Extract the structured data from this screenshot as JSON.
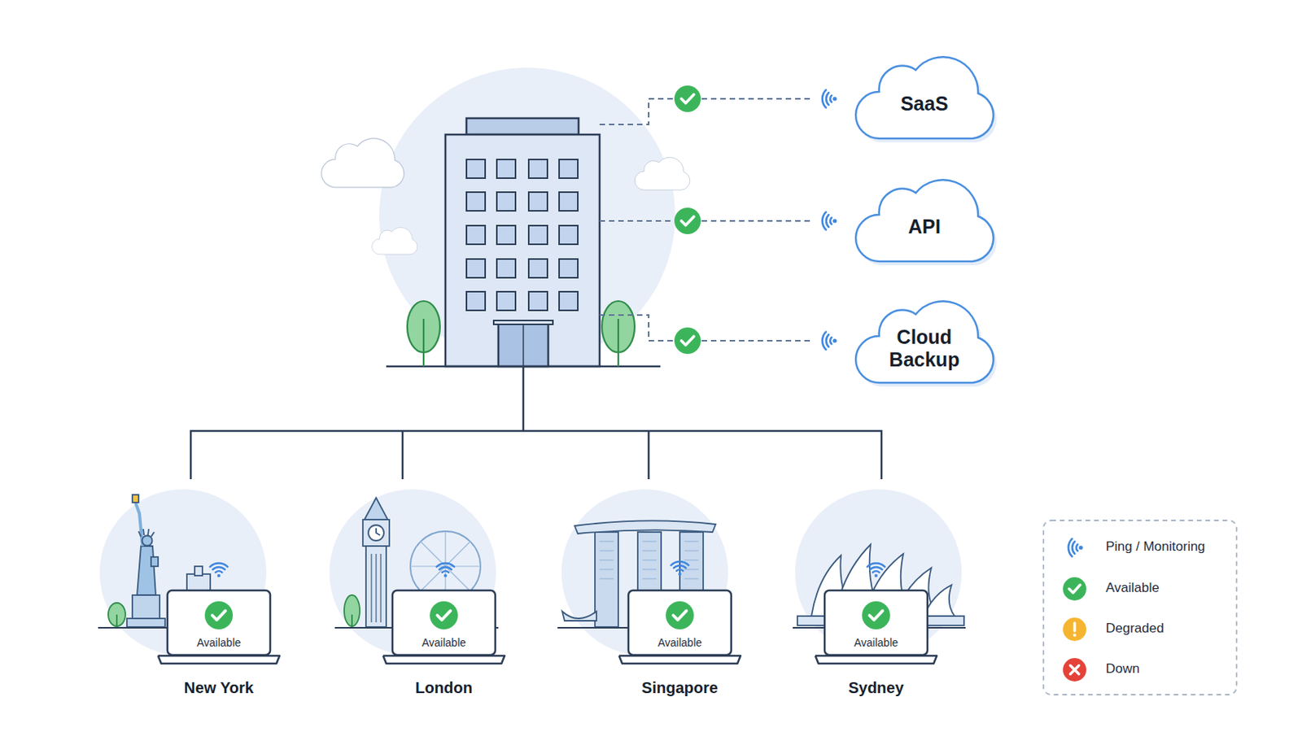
{
  "diagram": {
    "nodes": [
      {
        "text": [
          "SaaS"
        ]
      },
      {
        "text": [
          "API"
        ]
      },
      {
        "text": [
          "Cloud Backup"
        ]
      },
      {
        "text": [
          "Available",
          "New York"
        ]
      },
      {
        "text": [
          "Available",
          "London"
        ]
      },
      {
        "text": [
          "Available",
          "Singapore"
        ]
      },
      {
        "text": [
          "Available",
          "Sydney"
        ]
      }
    ],
    "legend": [
      {
        "text": "Ping / Monitoring"
      },
      {
        "text": "Available",
        "color": "#3cb55a"
      },
      {
        "text": "Degraded",
        "color": "#f6b530"
      },
      {
        "text": "Down",
        "color": "#e5433a"
      }
    ]
  }
}
